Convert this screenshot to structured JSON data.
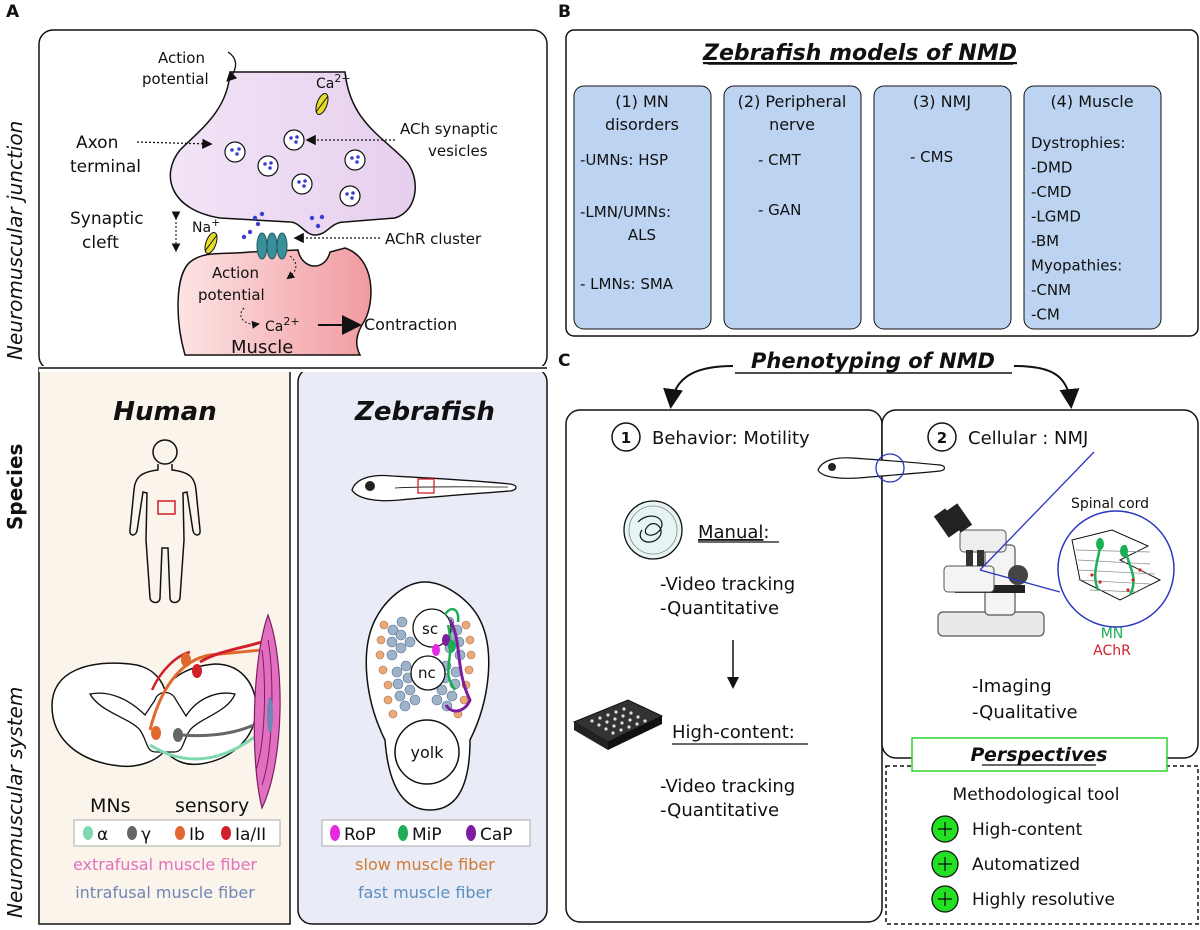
{
  "panel_letters": {
    "a": "A",
    "b": "B",
    "c": "C"
  },
  "side_labels": {
    "nmj": "Neuromuscular junction",
    "species": "Species",
    "nms": "Neuromuscular system"
  },
  "nmj": {
    "action_potential_top_1": "Action",
    "action_potential_top_2": "potential",
    "ca_top": "Ca",
    "ca_top_sup": "2+",
    "axon_1": "Axon",
    "axon_2": "terminal",
    "ach_1": "ACh synaptic",
    "ach_2": "vesicles",
    "synaptic_1": "Synaptic",
    "synaptic_2": "cleft",
    "na": "Na",
    "na_sup": "+",
    "achr_cluster": "AChR cluster",
    "action_potential_bottom_1": "Action",
    "action_potential_bottom_2": "potential",
    "ca_bottom": "Ca",
    "ca_bottom_sup": "2+",
    "muscle": "Muscle",
    "contraction": "Contraction"
  },
  "human": {
    "title": "Human",
    "mns": "MNs",
    "sensory": "sensory",
    "legend": [
      {
        "label": "α",
        "color": "#7fd9b0"
      },
      {
        "label": "γ",
        "color": "#666666"
      },
      {
        "label": "Ib",
        "color": "#e0692f"
      },
      {
        "label": "Ia/II",
        "color": "#d0202a"
      }
    ],
    "extrafusal": "extrafusal muscle fiber",
    "intrafusal": "intrafusal muscle fiber",
    "extrafusal_color": "#e36fc0",
    "intrafusal_color": "#6e86b8"
  },
  "zebrafish": {
    "title": "Zebrafish",
    "sc": "sc",
    "nc": "nc",
    "yolk": "yolk",
    "legend": [
      {
        "label": "RoP",
        "color": "#e629e0"
      },
      {
        "label": "MiP",
        "color": "#1cae55"
      },
      {
        "label": "CaP",
        "color": "#7c1ea0"
      }
    ],
    "slow": "slow muscle fiber",
    "fast": "fast muscle fiber",
    "slow_color": "#d07a30",
    "fast_color": "#5a8fc0"
  },
  "models": {
    "title": "Zebrafish models of NMD",
    "box1": {
      "title_1": "(1) MN",
      "title_2": "disorders",
      "lines": [
        "-UMNs: HSP",
        "-LMN/UMNs:",
        "ALS",
        "- LMNs: SMA"
      ]
    },
    "box2": {
      "title_1": "(2) Peripheral",
      "title_2": "nerve",
      "lines": [
        "- CMT",
        "- GAN"
      ]
    },
    "box3": {
      "title_1": "(3) NMJ",
      "lines": [
        "- CMS"
      ]
    },
    "box4": {
      "title_1": "(4) Muscle",
      "lines": [
        "Dystrophies:",
        "-DMD",
        "-CMD",
        "-LGMD",
        "-BM",
        "Myopathies:",
        "-CNM",
        "-CM"
      ]
    }
  },
  "phenotyping": {
    "title": "Phenotyping of NMD",
    "behavior": {
      "number": "1",
      "title": "Behavior: Motility",
      "manual": "Manual",
      "manual_colon": ":",
      "manual_lines": [
        "-Video tracking",
        "-Quantitative"
      ],
      "high_content": "High-content",
      "high_content_colon": ":",
      "hc_lines": [
        "-Video tracking",
        "-Quantitative"
      ]
    },
    "cellular": {
      "number": "2",
      "title": "Cellular : NMJ",
      "spinal_cord": "Spinal cord",
      "mn": "MN",
      "achr": "AChR",
      "lines": [
        "-Imaging",
        "-Qualitative"
      ]
    },
    "perspectives": {
      "title": "Perspectives",
      "subtitle": "Methodological tool",
      "items": [
        "High-content",
        "Automatized",
        "Highly resolutive"
      ]
    }
  }
}
